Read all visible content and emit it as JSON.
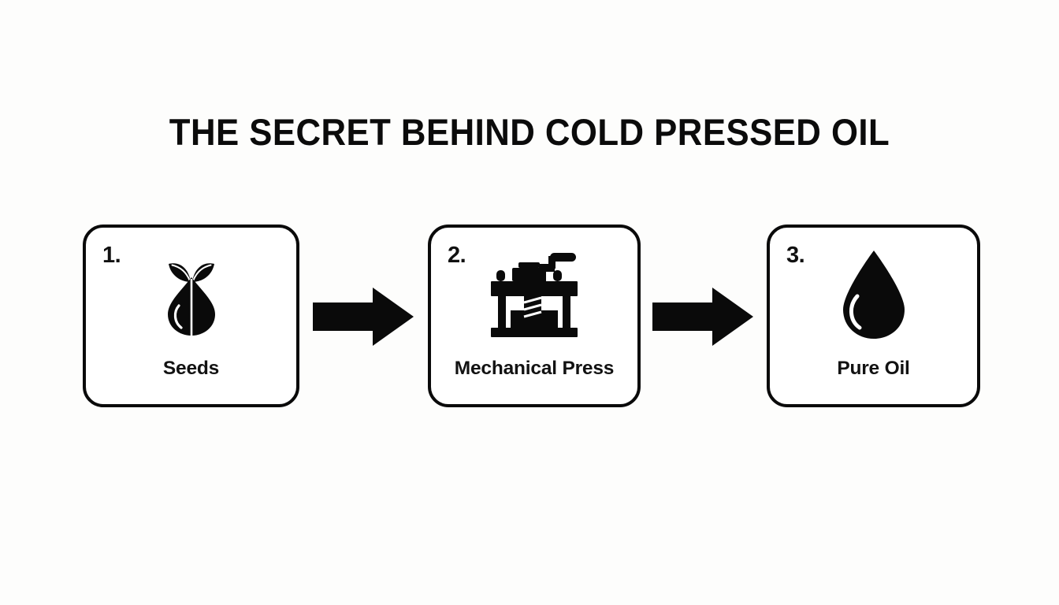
{
  "page": {
    "title": "THE SECRET BEHIND COLD PRESSED OIL",
    "background_color": "#fdfdfc",
    "ink_color": "#0a0a0a"
  },
  "diagram": {
    "type": "process-flow",
    "orientation": "horizontal",
    "step_count": 3,
    "steps": [
      {
        "number": "1.",
        "label": "Seeds",
        "icon": "seed-sprout-icon"
      },
      {
        "number": "2.",
        "label": "Mechanical Press",
        "icon": "mechanical-press-icon"
      },
      {
        "number": "3.",
        "label": "Pure Oil",
        "icon": "oil-droplet-icon"
      }
    ],
    "connectors": [
      {
        "icon": "arrow-right-icon",
        "from": "Seeds",
        "to": "Mechanical Press"
      },
      {
        "icon": "arrow-right-icon",
        "from": "Mechanical Press",
        "to": "Pure Oil"
      }
    ]
  }
}
